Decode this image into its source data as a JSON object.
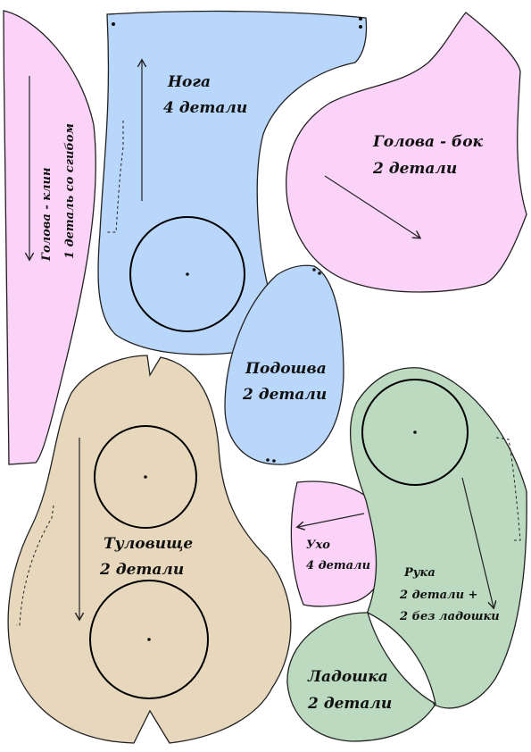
{
  "colors": {
    "blue": "#b9d6fb",
    "pink": "#fcd3f8",
    "tan": "#e7d8bd",
    "green": "#bcdabf",
    "outline": "#222222",
    "background": "#ffffff"
  },
  "pieces": {
    "head_wedge": {
      "line1": "Голова - клин",
      "line2": "1 деталь со сгибом"
    },
    "leg": {
      "line1": "Нога",
      "line2": "4 детали"
    },
    "head_side": {
      "line1": "Голова - бок",
      "line2": "2 детали"
    },
    "sole": {
      "line1": "Подошва",
      "line2": "2 детали"
    },
    "body": {
      "line1": "Туловище",
      "line2": "2 детали"
    },
    "ear": {
      "line1": "Ухо",
      "line2": "4 детали"
    },
    "arm": {
      "line1": "Рука",
      "line2": "2 детали +",
      "line3": "2 без ладошки"
    },
    "palm": {
      "line1": "Ладошка",
      "line2": "2 детали"
    }
  }
}
